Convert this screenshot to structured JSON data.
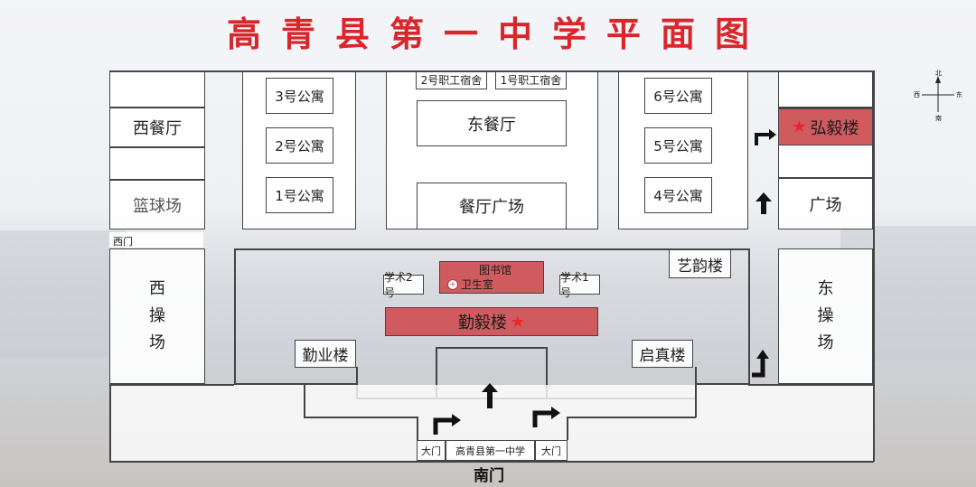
{
  "title": "高青县第一中学平面图",
  "compass": {
    "north": "北",
    "south": "南",
    "west": "西",
    "east": "东"
  },
  "buildings": {
    "west_dining": "西餐厅",
    "basketball": "篮球场",
    "apt3": "3号公寓",
    "apt2": "2号公寓",
    "apt1": "1号公寓",
    "staff2": "2号职工宿舍",
    "staff1": "1号职工宿舍",
    "east_dining": "东餐厅",
    "dining_square": "餐厅广场",
    "apt6": "6号公寓",
    "apt5": "5号公寓",
    "apt4": "4号公寓",
    "hongyi": "弘毅楼",
    "square": "广场",
    "west_gate": "西门",
    "west_field": [
      "西",
      "操",
      "场"
    ],
    "east_field": [
      "东",
      "操",
      "场"
    ],
    "yiyun": "艺韵楼",
    "library": "图书馆",
    "clinic": "卫生室",
    "academic2": "学术2号",
    "academic1": "学术1号",
    "qinyi": "勤毅楼",
    "qinye": "勤业楼",
    "qizhen": "启真楼",
    "gate_left": "大门",
    "gate_name": "高青县第一中学",
    "gate_right": "大门",
    "south_gate": "南门"
  },
  "colors": {
    "title": "#d8262b",
    "highlight": "#cf5b5f",
    "star": "#e8262b",
    "outline": "#444444"
  }
}
